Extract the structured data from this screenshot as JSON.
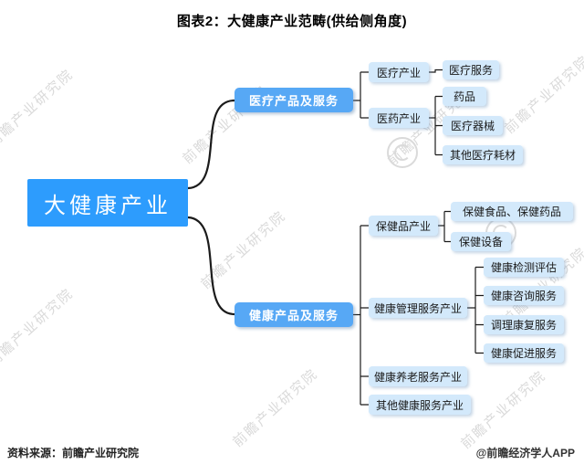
{
  "title": "图表2：大健康产业范畴(供给侧角度)",
  "root": {
    "label": "大健康产业"
  },
  "branches": [
    {
      "label": "医疗产品及服务",
      "children": [
        {
          "label": "医疗产业",
          "children": [
            {
              "label": "医疗服务"
            }
          ]
        },
        {
          "label": "医药产业",
          "children": [
            {
              "label": "药品"
            },
            {
              "label": "医疗器械"
            },
            {
              "label": "其他医疗耗材"
            }
          ]
        }
      ]
    },
    {
      "label": "健康产品及服务",
      "children": [
        {
          "label": "保健品产业",
          "children": [
            {
              "label": "保健食品、保健药品"
            },
            {
              "label": "保健设备"
            }
          ]
        },
        {
          "label": "健康管理服务产业",
          "children": [
            {
              "label": "健康检测评估"
            },
            {
              "label": "健康咨询服务"
            },
            {
              "label": "调理康复服务"
            },
            {
              "label": "健康促进服务"
            }
          ]
        },
        {
          "label": "健康养老服务产业",
          "children": []
        },
        {
          "label": "其他健康服务产业",
          "children": []
        }
      ]
    }
  ],
  "footer": {
    "source": "资料来源：前瞻产业研究院",
    "credit": "@前瞻经济学人APP"
  },
  "watermark": {
    "text": "前瞻产业研究院"
  },
  "colors": {
    "root_bg": "#2d9cfd",
    "branch_bg": "#57a8f5",
    "node_bg": "#d3e9fb",
    "line": "#1b1b1b",
    "title_text": "#000000"
  }
}
